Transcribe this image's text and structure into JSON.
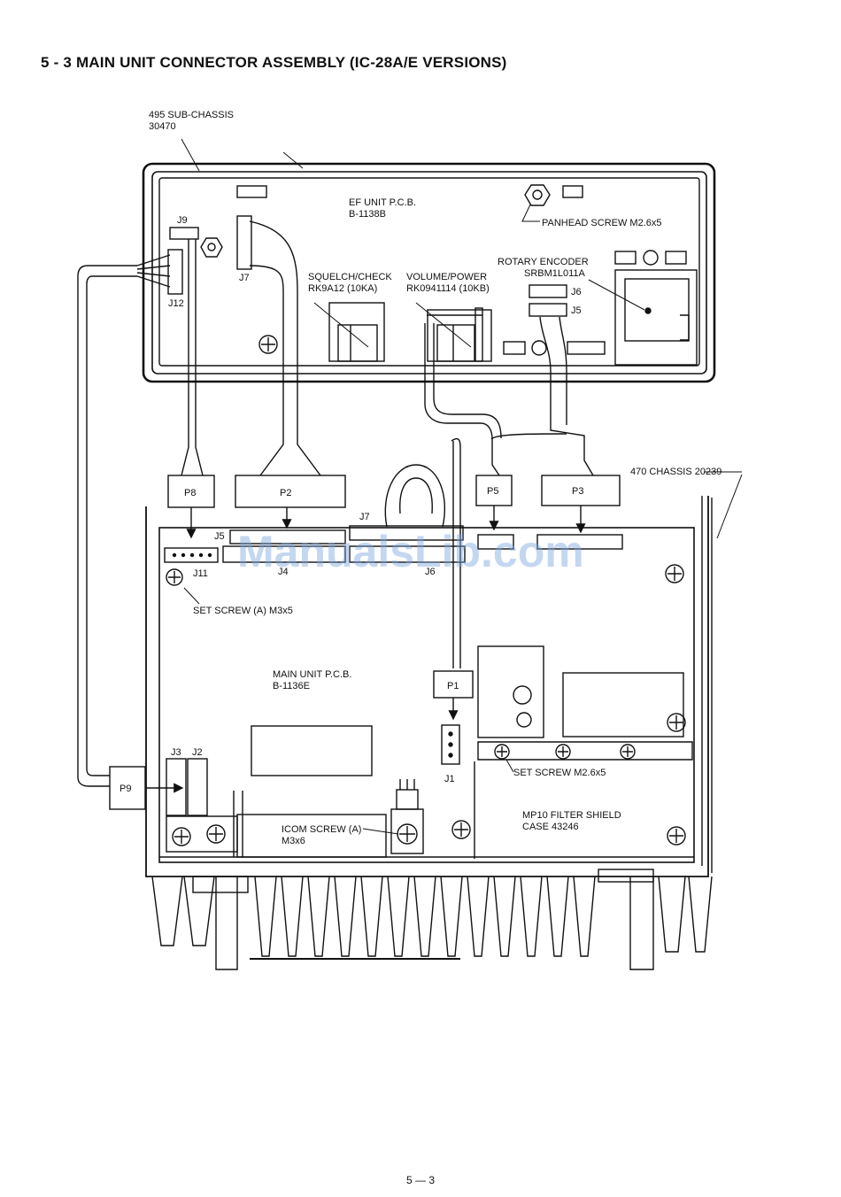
{
  "title": "5 - 3 MAIN UNIT CONNECTOR ASSEMBLY (IC-28A/E VERSIONS)",
  "page_number": "5 — 3",
  "watermark": "ManualsLib.com",
  "colors": {
    "ink": "#111111",
    "watermark": "#7da7e2"
  },
  "labels": {
    "sub_chassis": [
      "495 SUB-CHASSIS",
      "30470"
    ],
    "ef_unit": [
      "EF UNIT P.C.B.",
      "B-1138B"
    ],
    "panhead_screw": "PANHEAD SCREW M2.6x5",
    "rotary_encoder": [
      "ROTARY ENCODER",
      "SRBM1L011A"
    ],
    "squelch": [
      "SQUELCH/CHECK",
      "RK9A12 (10KA)"
    ],
    "volume": [
      "VOLUME/POWER",
      "RK0941114 (10KB)"
    ],
    "chassis_470": "470 CHASSIS 20239",
    "set_screw_a": "SET SCREW (A) M3x5",
    "main_unit": [
      "MAIN UNIT P.C.B.",
      "B-1136E"
    ],
    "set_screw_m26": "SET SCREW M2.6x5",
    "filter_shield": [
      "MP10 FILTER SHIELD",
      "CASE 43246"
    ],
    "icom_screw": [
      "ICOM SCREW (A)",
      "M3x6"
    ]
  },
  "connectors": {
    "ef_j9": "J9",
    "ef_j12": "J12",
    "ef_j7": "J7",
    "ef_j6": "J6",
    "ef_j5": "J5",
    "plugs": [
      "P8",
      "P2",
      "P5",
      "P3",
      "P1",
      "P9"
    ],
    "main": {
      "j5": "J5",
      "j7": "J7",
      "j11": "J11",
      "j4": "J4",
      "j6": "J6",
      "j1": "J1",
      "j3": "J3",
      "j2": "J2"
    }
  }
}
